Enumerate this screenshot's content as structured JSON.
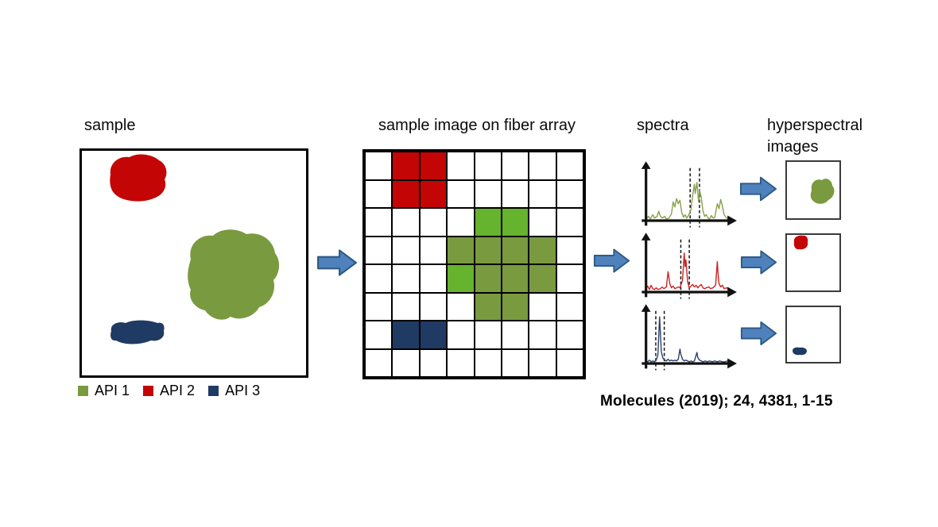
{
  "titles": {
    "sample": "sample",
    "fiber_array": "sample image on fiber array",
    "spectra": "spectra",
    "hyperspectral": "hyperspectral images"
  },
  "citation": "Molecules (2019); 24, 4381, 1-15",
  "legend": {
    "items": [
      {
        "label": "API 1",
        "color_key": "api1_olive"
      },
      {
        "label": "API 2",
        "color_key": "api2_red"
      },
      {
        "label": "API 3",
        "color_key": "api3_navy"
      }
    ]
  },
  "colors": {
    "api1_olive": "#7a9a40",
    "api1_bright": "#66b32e",
    "api2_red": "#c40505",
    "api3_navy": "#1f3a63",
    "arrow_fill": "#4f81bd",
    "arrow_border": "#2d5986",
    "spectrum_green": "#87a04b",
    "spectrum_red": "#cc2222",
    "spectrum_blue": "#2a3f6e",
    "axis": "#111111"
  },
  "fiber_array": {
    "rows": 8,
    "cols": 8,
    "cell_color_map": {
      "R": "api2_red",
      "b": "api1_bright",
      "O": "api1_olive",
      "N": "api3_navy"
    },
    "rows_pattern": [
      ".RR.....",
      ".RR.....",
      "....bb..",
      "...OOOO.",
      "...bOOO.",
      "....OO..",
      ".NN.....",
      "........"
    ]
  },
  "spectra": {
    "plots": [
      {
        "name": "api1-spectrum",
        "color_key": "spectrum_green",
        "dashes": [
          0.52,
          0.63
        ],
        "curve": [
          [
            0,
            2
          ],
          [
            3,
            5
          ],
          [
            5,
            2
          ],
          [
            8,
            7
          ],
          [
            10,
            3
          ],
          [
            13,
            5
          ],
          [
            15,
            11
          ],
          [
            17,
            5
          ],
          [
            19,
            3
          ],
          [
            22,
            5
          ],
          [
            24,
            2
          ],
          [
            27,
            3
          ],
          [
            30,
            8
          ],
          [
            32,
            22
          ],
          [
            34,
            16
          ],
          [
            36,
            26
          ],
          [
            38,
            20
          ],
          [
            40,
            24
          ],
          [
            42,
            10
          ],
          [
            44,
            4
          ],
          [
            46,
            7
          ],
          [
            48,
            3
          ],
          [
            50,
            6
          ],
          [
            53,
            13
          ],
          [
            55,
            30
          ],
          [
            57,
            43
          ],
          [
            58,
            32
          ],
          [
            60,
            45
          ],
          [
            62,
            22
          ],
          [
            63,
            36
          ],
          [
            65,
            28
          ],
          [
            67,
            12
          ],
          [
            69,
            5
          ],
          [
            71,
            7
          ],
          [
            73,
            3
          ],
          [
            75,
            2
          ],
          [
            77,
            6
          ],
          [
            79,
            3
          ],
          [
            81,
            4
          ],
          [
            84,
            20
          ],
          [
            86,
            14
          ],
          [
            88,
            25
          ],
          [
            90,
            17
          ],
          [
            92,
            7
          ],
          [
            95,
            3
          ],
          [
            98,
            2
          ],
          [
            100,
            2
          ]
        ]
      },
      {
        "name": "api2-spectrum",
        "color_key": "spectrum_red",
        "dashes": [
          0.41,
          0.51
        ],
        "curve": [
          [
            0,
            4
          ],
          [
            2,
            7
          ],
          [
            4,
            3
          ],
          [
            6,
            8
          ],
          [
            8,
            4
          ],
          [
            10,
            3
          ],
          [
            12,
            5
          ],
          [
            14,
            3
          ],
          [
            17,
            4
          ],
          [
            19,
            6
          ],
          [
            21,
            4
          ],
          [
            24,
            6
          ],
          [
            26,
            24
          ],
          [
            28,
            10
          ],
          [
            30,
            5
          ],
          [
            32,
            7
          ],
          [
            34,
            4
          ],
          [
            36,
            5
          ],
          [
            38,
            6
          ],
          [
            40,
            5
          ],
          [
            43,
            14
          ],
          [
            45,
            46
          ],
          [
            46,
            30
          ],
          [
            47,
            38
          ],
          [
            49,
            12
          ],
          [
            51,
            5
          ],
          [
            53,
            7
          ],
          [
            55,
            9
          ],
          [
            57,
            6
          ],
          [
            59,
            8
          ],
          [
            61,
            5
          ],
          [
            63,
            7
          ],
          [
            65,
            9
          ],
          [
            67,
            5
          ],
          [
            69,
            4
          ],
          [
            71,
            5
          ],
          [
            74,
            6
          ],
          [
            76,
            4
          ],
          [
            79,
            5
          ],
          [
            82,
            8
          ],
          [
            84,
            36
          ],
          [
            85,
            20
          ],
          [
            86,
            10
          ],
          [
            88,
            6
          ],
          [
            90,
            8
          ],
          [
            92,
            4
          ],
          [
            95,
            5
          ],
          [
            98,
            3
          ],
          [
            100,
            3
          ]
        ]
      },
      {
        "name": "api3-spectrum",
        "color_key": "spectrum_blue",
        "dashes": [
          0.115,
          0.215
        ],
        "curve": [
          [
            0,
            3
          ],
          [
            2,
            2
          ],
          [
            4,
            4
          ],
          [
            6,
            2
          ],
          [
            8,
            3
          ],
          [
            10,
            2
          ],
          [
            12,
            4
          ],
          [
            14,
            10
          ],
          [
            16,
            55
          ],
          [
            17,
            35
          ],
          [
            18,
            14
          ],
          [
            20,
            6
          ],
          [
            22,
            4
          ],
          [
            24,
            3
          ],
          [
            26,
            5
          ],
          [
            28,
            3
          ],
          [
            30,
            4
          ],
          [
            32,
            3
          ],
          [
            34,
            4
          ],
          [
            36,
            3
          ],
          [
            38,
            5
          ],
          [
            40,
            17
          ],
          [
            41,
            11
          ],
          [
            43,
            5
          ],
          [
            45,
            3
          ],
          [
            47,
            4
          ],
          [
            49,
            3
          ],
          [
            51,
            2
          ],
          [
            53,
            3
          ],
          [
            55,
            2
          ],
          [
            57,
            3
          ],
          [
            60,
            13
          ],
          [
            61,
            7
          ],
          [
            63,
            4
          ],
          [
            65,
            3
          ],
          [
            67,
            2
          ],
          [
            70,
            3
          ],
          [
            72,
            2
          ],
          [
            75,
            3
          ],
          [
            78,
            2
          ],
          [
            81,
            3
          ],
          [
            84,
            2
          ],
          [
            87,
            3
          ],
          [
            90,
            2
          ],
          [
            93,
            2
          ],
          [
            96,
            3
          ],
          [
            100,
            2
          ]
        ]
      }
    ]
  }
}
